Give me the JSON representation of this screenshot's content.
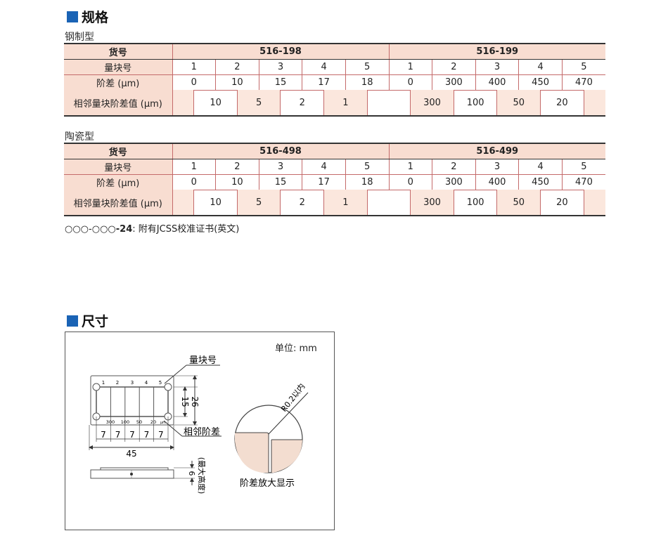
{
  "specs": {
    "section_title": "规格",
    "steel_title": "钢制型",
    "ceramic_title": "陶瓷型",
    "tables": [
      {
        "header_label": "货号",
        "models": [
          "516-198",
          "516-199"
        ],
        "block_label": "量块号",
        "block_nos": [
          "1",
          "2",
          "3",
          "4",
          "5",
          "1",
          "2",
          "3",
          "4",
          "5"
        ],
        "step_label": "阶差 (µm)",
        "steps": [
          "0",
          "10",
          "15",
          "17",
          "18",
          "0",
          "300",
          "400",
          "450",
          "470"
        ],
        "diff_label": "相邻量块阶差值 (µm)",
        "diffs": [
          "10",
          "5",
          "2",
          "1",
          "300",
          "100",
          "50",
          "20"
        ]
      },
      {
        "header_label": "货号",
        "models": [
          "516-498",
          "516-499"
        ],
        "block_label": "量块号",
        "block_nos": [
          "1",
          "2",
          "3",
          "4",
          "5",
          "1",
          "2",
          "3",
          "4",
          "5"
        ],
        "step_label": "阶差 (µm)",
        "steps": [
          "0",
          "10",
          "15",
          "17",
          "18",
          "0",
          "300",
          "400",
          "450",
          "470"
        ],
        "diff_label": "相邻量块阶差值 (µm)",
        "diffs": [
          "10",
          "5",
          "2",
          "1",
          "300",
          "100",
          "50",
          "20"
        ]
      }
    ],
    "note_prefix": "○○○-○○○",
    "note_code": "-24",
    "note_text": ": 附有JCSS校准证书(英文)"
  },
  "dimensions": {
    "section_title": "尺寸",
    "unit": "单位: mm",
    "block_no_label": "量块号",
    "adjacent_label": "相邻阶差",
    "top_numbers": [
      "1",
      "2",
      "3",
      "4",
      "5"
    ],
    "bottom_numbers": [
      "300",
      "100",
      "50",
      "20",
      "µm"
    ],
    "dim_15": "15",
    "dim_26": "26",
    "pitch": [
      "7",
      "7",
      "7",
      "7",
      "7"
    ],
    "width": "45",
    "height_val": "6",
    "height_note": "(最大高度)",
    "radius": "R0.2以内",
    "magnified": "阶差放大显示"
  },
  "colors": {
    "accent": "#1a63b5",
    "header_bg": "#f8ddd1",
    "cell_shade": "#fbe7dd",
    "grid_line": "#c46a6a"
  }
}
